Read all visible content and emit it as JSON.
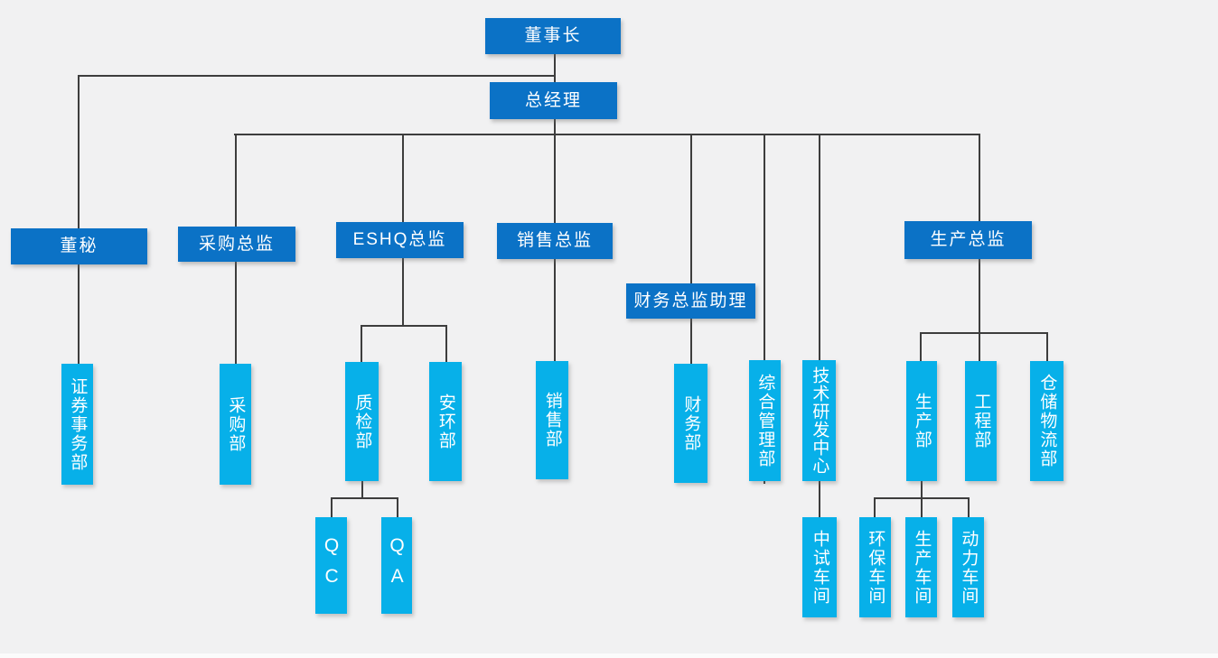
{
  "palette": {
    "executive_box": "#0b72c6",
    "department_box": "#07b0e9",
    "connector": "#3d3d3d",
    "background": "#f1f1f2",
    "box_text": "#ffffff"
  },
  "org_chart": {
    "type": "organization-chart",
    "nodes": [
      {
        "id": "chairman",
        "label": "董事长",
        "reports_to": null
      },
      {
        "id": "general-manager",
        "label": "总经理",
        "reports_to": "chairman"
      },
      {
        "id": "board-secretary",
        "label": "董秘",
        "reports_to": "chairman"
      },
      {
        "id": "procurement-director",
        "label": "采购总监",
        "reports_to": "general-manager"
      },
      {
        "id": "eshq-director",
        "label": "ESHQ总监",
        "reports_to": "general-manager"
      },
      {
        "id": "sales-director",
        "label": "销售总监",
        "reports_to": "general-manager"
      },
      {
        "id": "finance-director-assistant",
        "label": "财务总监助理",
        "reports_to": "general-manager"
      },
      {
        "id": "production-director",
        "label": "生产总监",
        "reports_to": "general-manager"
      },
      {
        "id": "securities-affairs-dept",
        "label": "证券事务部",
        "reports_to": "board-secretary"
      },
      {
        "id": "procurement-dept",
        "label": "采购部",
        "reports_to": "procurement-director"
      },
      {
        "id": "quality-inspection-dept",
        "label": "质检部",
        "reports_to": "eshq-director"
      },
      {
        "id": "safety-environment-dept",
        "label": "安环部",
        "reports_to": "eshq-director"
      },
      {
        "id": "sales-dept",
        "label": "销售部",
        "reports_to": "sales-director"
      },
      {
        "id": "finance-dept",
        "label": "财务部",
        "reports_to": "finance-director-assistant"
      },
      {
        "id": "general-management-dept",
        "label": "综合管理部",
        "reports_to": "general-manager"
      },
      {
        "id": "tech-rd-center",
        "label": "技术研发中心",
        "reports_to": "general-manager"
      },
      {
        "id": "production-dept",
        "label": "生产部",
        "reports_to": "production-director"
      },
      {
        "id": "engineering-dept",
        "label": "工程部",
        "reports_to": "production-director"
      },
      {
        "id": "warehouse-logistics-dept",
        "label": "仓储物流部",
        "reports_to": "production-director"
      },
      {
        "id": "qc",
        "label": "QC",
        "reports_to": "quality-inspection-dept"
      },
      {
        "id": "qa",
        "label": "QA",
        "reports_to": "quality-inspection-dept"
      },
      {
        "id": "pilot-workshop",
        "label": "中试车间",
        "reports_to": "tech-rd-center"
      },
      {
        "id": "environmental-workshop",
        "label": "环保车间",
        "reports_to": "production-dept"
      },
      {
        "id": "production-workshop",
        "label": "生产车间",
        "reports_to": "production-dept"
      },
      {
        "id": "power-workshop",
        "label": "动力车间",
        "reports_to": "production-dept"
      }
    ]
  }
}
